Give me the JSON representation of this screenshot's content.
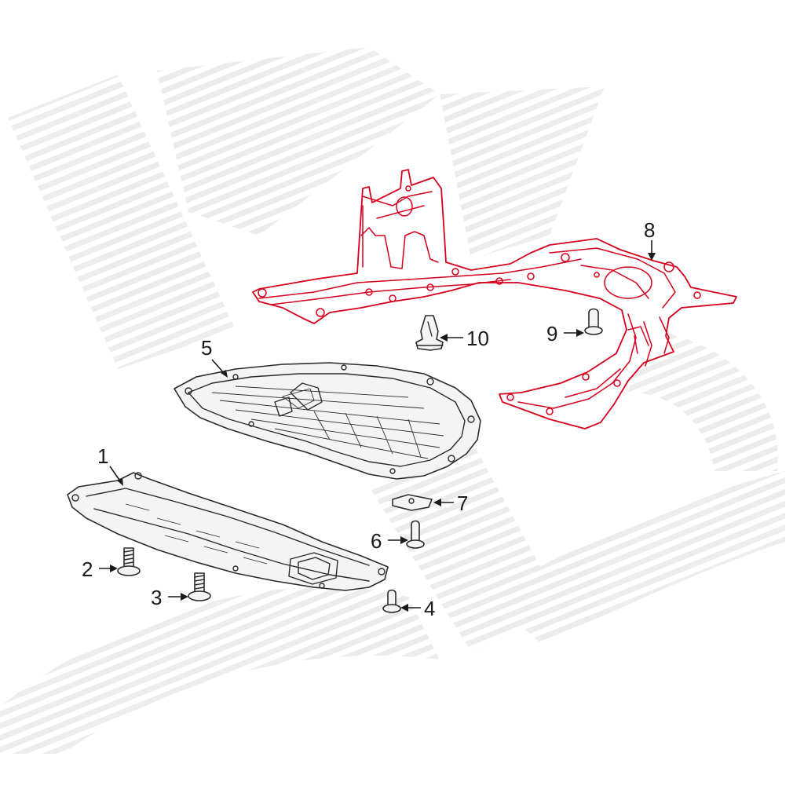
{
  "colors": {
    "accent": "#d6001c",
    "line": "#2b2b2b",
    "watermark": "#e9e9e9"
  },
  "callouts": {
    "c1": "1",
    "c2": "2",
    "c3": "3",
    "c4": "4",
    "c5": "5",
    "c6": "6",
    "c7": "7",
    "c8": "8",
    "c9": "9",
    "c10": "10"
  },
  "highlighted_part": "8"
}
